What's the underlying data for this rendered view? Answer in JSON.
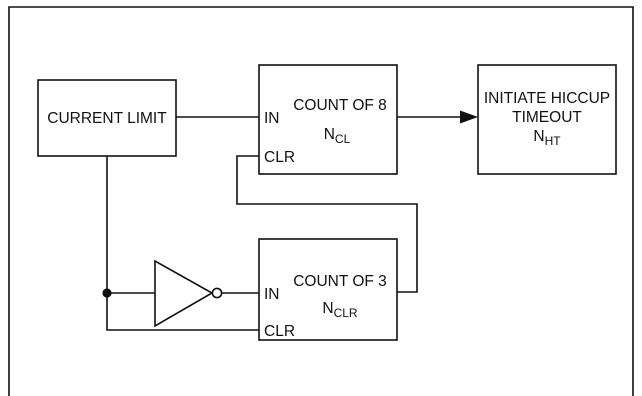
{
  "diagram": {
    "blocks": {
      "current_limit": {
        "label": "CURRENT LIMIT"
      },
      "count8": {
        "title": "COUNT OF 8",
        "var_main": "N",
        "var_sub": "CL",
        "pin_in": "IN",
        "pin_clr": "CLR"
      },
      "hiccup": {
        "line1": "INITIATE HICCUP",
        "line2": "TIMEOUT",
        "var_main": "N",
        "var_sub": "HT"
      },
      "count3": {
        "title": "COUNT OF 3",
        "var_main": "N",
        "var_sub": "CLR",
        "pin_in": "IN",
        "pin_clr": "CLR"
      }
    }
  }
}
